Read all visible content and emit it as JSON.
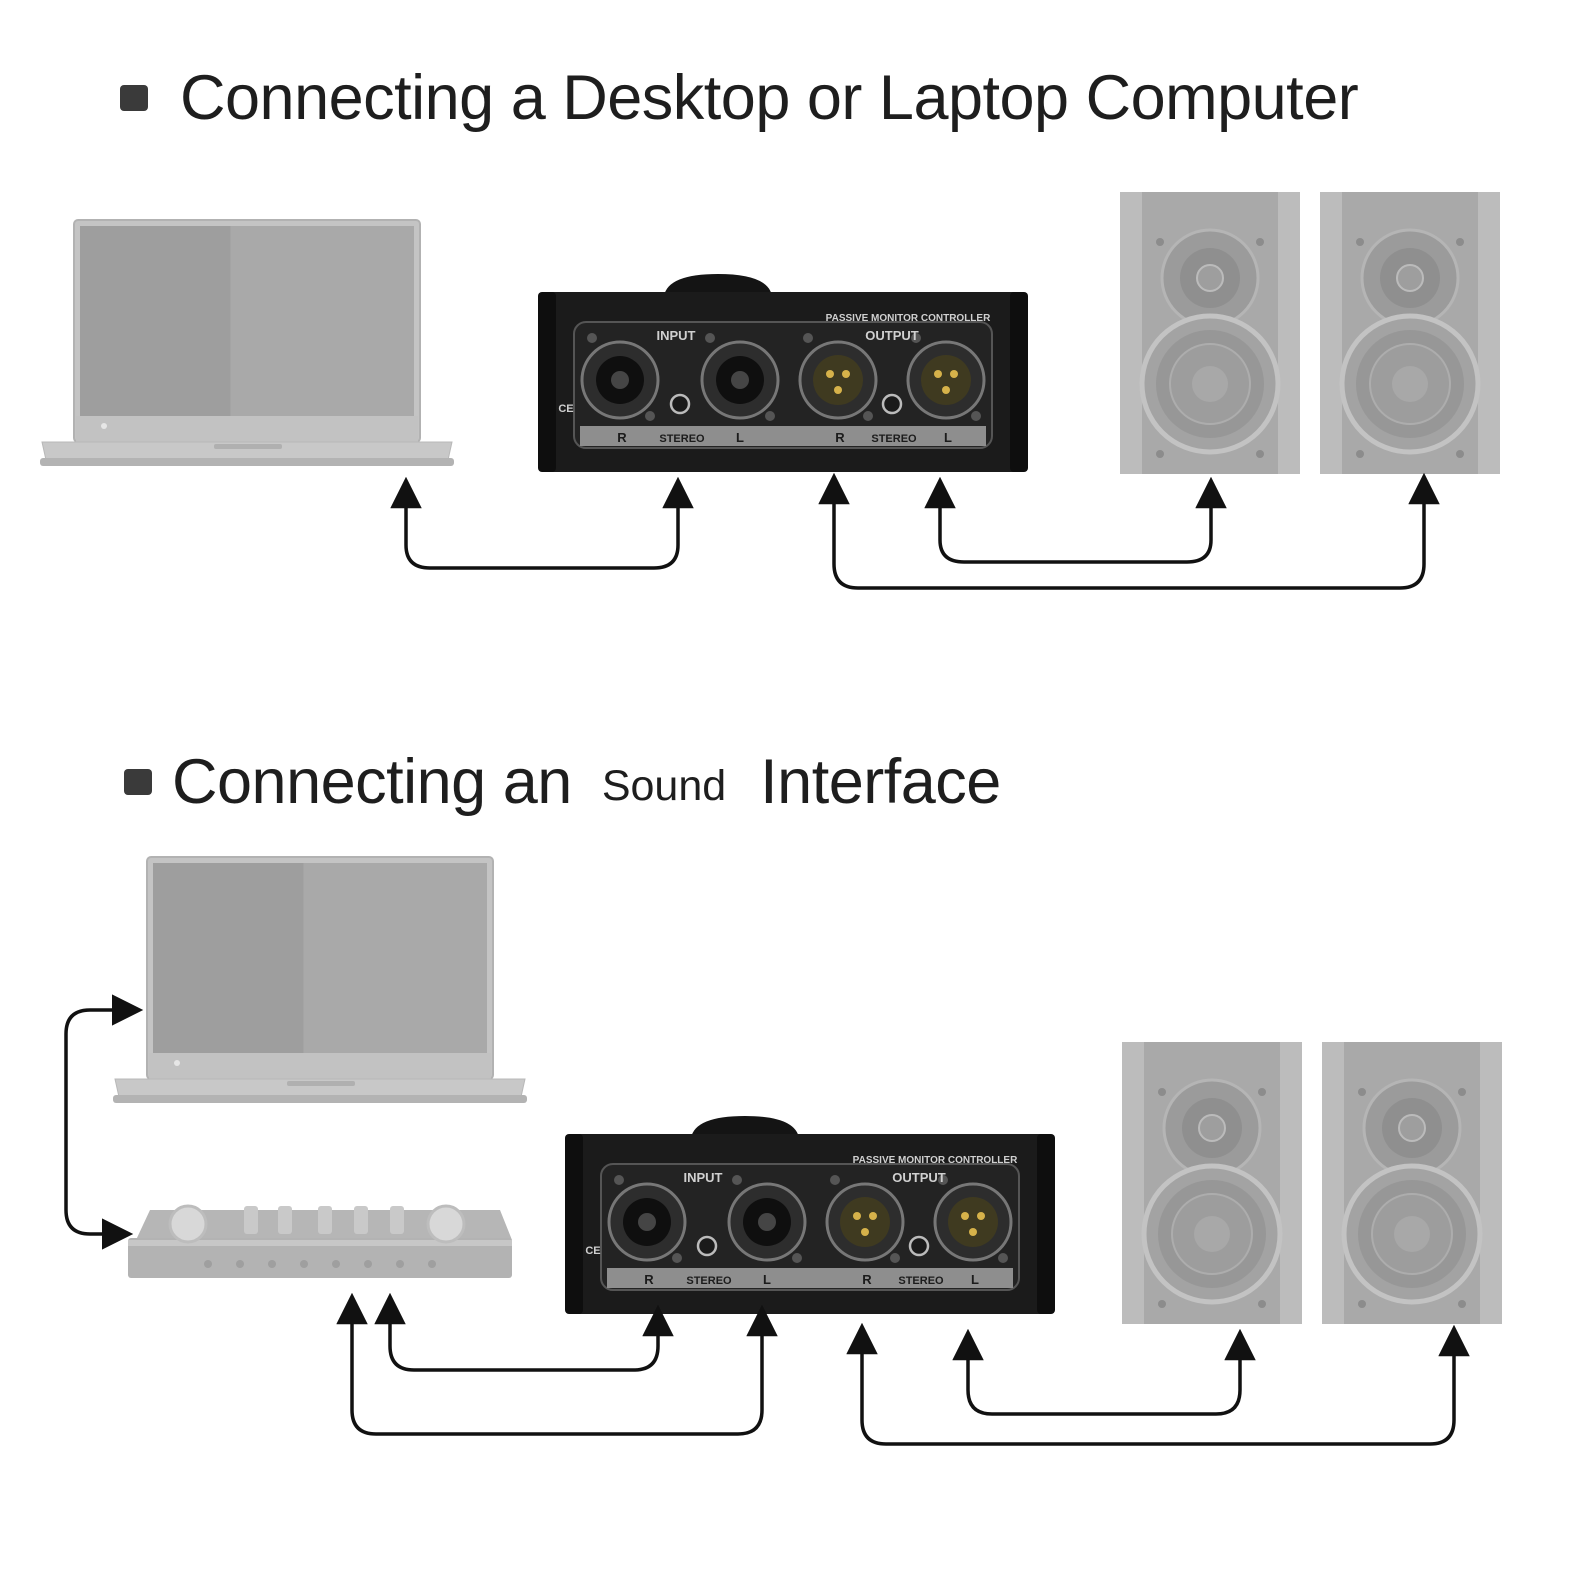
{
  "section1": {
    "title": "Connecting a Desktop or Laptop Computer"
  },
  "section2": {
    "title_part1": "Connecting an",
    "title_part2": "Sound",
    "title_part3": "Interface"
  },
  "controller": {
    "brand_label": "PASSIVE MONITOR CONTROLLER",
    "input_label": "INPUT",
    "output_label": "OUTPUT",
    "right_label": "R",
    "left_label": "L",
    "stereo_label": "STEREO",
    "ce_mark": "CE"
  },
  "colors": {
    "device_grey": "#a9a9a9",
    "controller_body": "#1b1b1b",
    "arrow": "#111111",
    "heading_text": "#1e1e1e"
  }
}
